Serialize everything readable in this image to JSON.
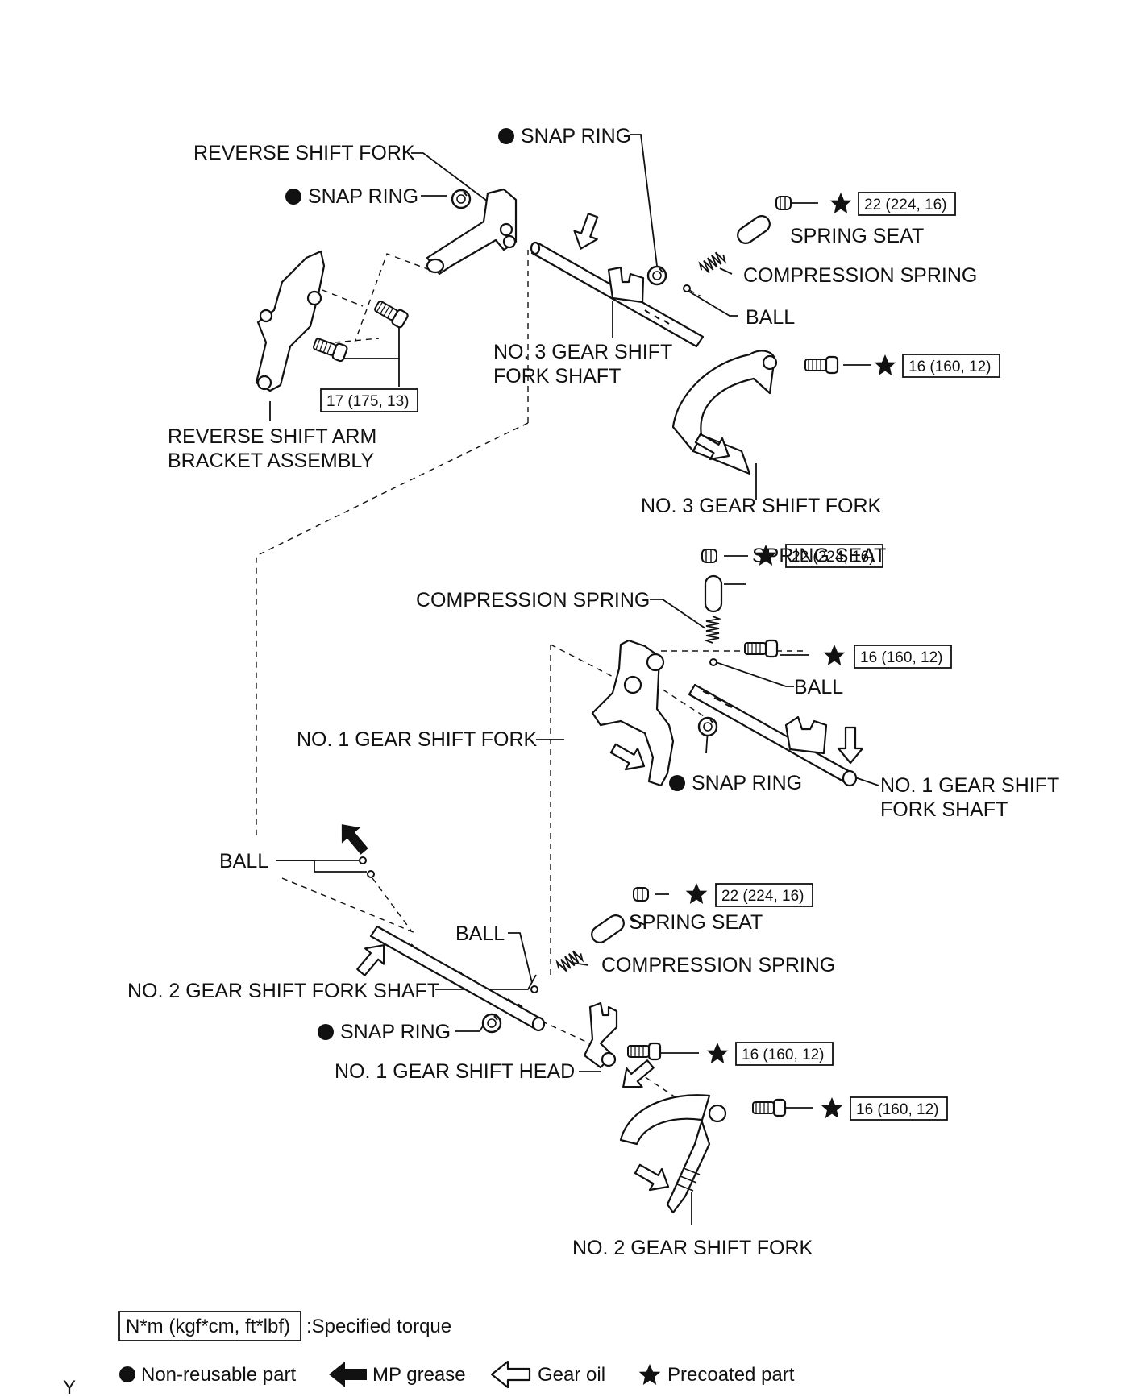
{
  "labels": {
    "reverse_shift_fork": "REVERSE SHIFT FORK",
    "snap_ring": "SNAP RING",
    "spring_seat": "SPRING SEAT",
    "compression_spring": "COMPRESSION SPRING",
    "ball": "BALL",
    "no3_shaft_line1": "NO. 3 GEAR SHIFT",
    "no3_shaft_line2": "FORK SHAFT",
    "reverse_bracket_line1": "REVERSE SHIFT ARM",
    "reverse_bracket_line2": "BRACKET ASSEMBLY",
    "no3_fork": "NO. 3 GEAR SHIFT FORK",
    "no1_fork": "NO. 1 GEAR SHIFT FORK",
    "no1_shaft_line1": "NO. 1 GEAR SHIFT",
    "no1_shaft_line2": "FORK SHAFT",
    "no2_shaft": "NO. 2 GEAR SHIFT FORK SHAFT",
    "no1_head": "NO. 1 GEAR SHIFT HEAD",
    "no2_fork": "NO. 2 GEAR SHIFT FORK",
    "corner_mark": "Y"
  },
  "torque": {
    "plug": "22 (224, 16)",
    "fork_bolt": "16 (160, 12)",
    "bracket_bolt": "17 (175, 13)"
  },
  "legend": {
    "torque_unit": "N*m (kgf*cm, ft*lbf)",
    "torque_text": ":Specified torque",
    "non_reusable": "Non-reusable part",
    "mp_grease": "MP grease",
    "gear_oil": "Gear oil",
    "precoated": "Precoated part"
  },
  "icons": {
    "non_reusable": "filled-circle-icon",
    "precoated": "star-icon",
    "mp_grease": "filled-arrow-icon",
    "gear_oil": "hollow-arrow-icon"
  }
}
